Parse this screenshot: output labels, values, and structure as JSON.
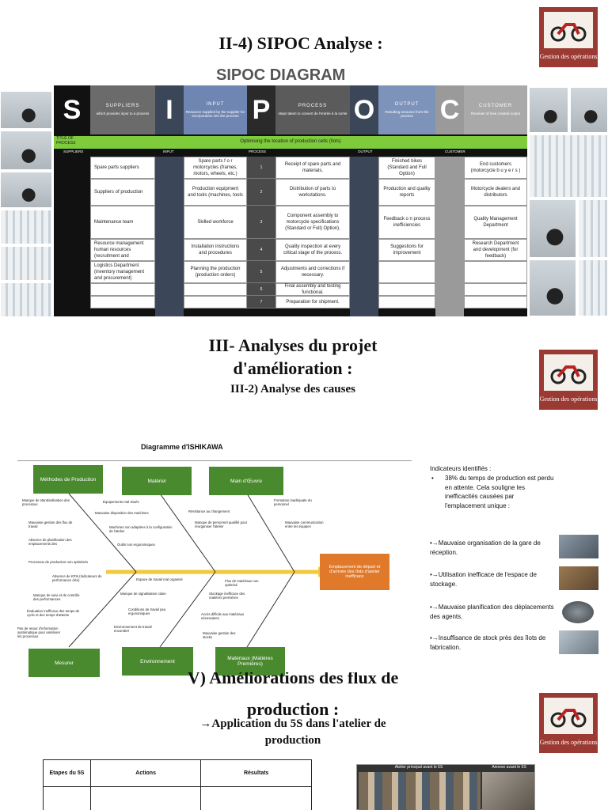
{
  "slide1": {
    "title": "II-4) SIPOC Analyse :",
    "diagram_title": "SIPOC DIAGRAM",
    "logo_caption": "Gestion des opérations",
    "letters": [
      "S",
      "I",
      "P",
      "O",
      "C"
    ],
    "headers": [
      {
        "title": "SUPPLIERS",
        "sub": "which provides input to a process"
      },
      {
        "title": "INPUT",
        "sub": "Resource supplied by the supplier for incorporation into the process"
      },
      {
        "title": "PROCESS",
        "sub": "steps taken to convert de l'entrée à la sortie"
      },
      {
        "title": "OUTPUT",
        "sub": "Resulting resource from the process"
      },
      {
        "title": "CUSTOMER",
        "sub": "Receiver of new created output"
      }
    ],
    "title_of_process_label": "TITLE OF PROCESS",
    "process_title": "Optimising the location of production cells (îlots)",
    "col_labels": [
      "SUPPLIERS",
      "INPUT",
      "PROCESS",
      "OUTPUT",
      "CUSTOMER"
    ],
    "suppliers": [
      "Spare parts suppliers",
      "Suppliers of production",
      "Maintenance team",
      "Resource management human resources (recruitment and",
      "Logistics Department (inventory management and procurement)",
      "",
      ""
    ],
    "inputs": [
      "Spare parts f o r motorcycles (frames, motors, wheels, etc.)",
      "Production equipment and tools (machines, tools",
      "Skilled workforce",
      "Installation instructions and procedures",
      "Planning the production (production orders)",
      "",
      ""
    ],
    "steps": [
      "1",
      "2",
      "3",
      "4",
      "5",
      "6",
      "7"
    ],
    "process": [
      "Receipt of spare parts and materials.",
      "Distribution of parts to workstations.",
      "Component assembly to motorcycle specifications (Standard or Full) Option).",
      "Quality inspection at every critical stage of the process.",
      "Adjustments and corrections if necessary.",
      "Final assembly and testing functional.",
      "Preparation for shipment."
    ],
    "outputs": [
      "Finished bikes (Standard and Full Option)",
      "Production and quality reports",
      "Feedback o n process inefficiencies",
      "Suggestions for improvement",
      "",
      "",
      ""
    ],
    "customers": [
      "End customers (motorcycle b u y e r s )",
      "Motorcycle dealers and distributors",
      "Quality Management Department",
      "Research Department and development (for feedback)",
      "",
      "",
      ""
    ]
  },
  "slide2": {
    "title_line1": "III- Analyses du projet",
    "title_line2": "d'amélioration :",
    "subtitle": "III-2) Analyse des causes",
    "logo_caption": "Gestion des opérations",
    "ishikawa": {
      "title": "Diagramme d'ISHIKAWA",
      "top_boxes": [
        "Méthodes de Production",
        "Matériel",
        "Main d'Œuvre"
      ],
      "bottom_boxes": [
        "Mesurer",
        "Environnement",
        "Matériaux (Matières Premières)"
      ],
      "effect": "Emplacement de départ et d'arrivée des îlots d'atelier inefficace",
      "methodes": [
        "Manque de standardisation des processus",
        "Mauvaise gestion des flux de travail",
        "Absence de planification des emplacements des",
        "Processus de production non optimisés"
      ],
      "materiel": [
        "Équipements mal situés",
        "Mauvaise disposition des machines",
        "Machines non adaptées à la configuration de l'atelier",
        "Outils non ergonomiques"
      ],
      "main_oeuvre": [
        "Formation inadéquate du personnel",
        "Résistance au changement",
        "Manque de personnel qualifié pour réorganiser l'atelier",
        "Mauvaise communication entre les équipes"
      ],
      "mesurer": [
        "Absence de KPIs (Indicateurs de performance clés)",
        "Manque de suivi et de contrôle des performances",
        "Évaluation inefficace des temps de cycle et des temps d'attente",
        "Pas de retour d'information systématique pour améliorer les processus"
      ],
      "environnement": [
        "Espace de travail mal organisé",
        "Manque de signalisation claire",
        "Conditions de travail peu ergonomiques",
        "Environnement de travail encombré"
      ],
      "materiaux": [
        "Flux de matériaux non optimisé",
        "Stockage inefficace des matières premières",
        "Accès difficile aux matériaux nécessaires",
        "Mauvaise gestion des stocks"
      ]
    },
    "indicators_title": "Indicateurs identifiés :",
    "indicators_bullet": "38% du temps de production est perdu en attente. Cela souligne les inefficacités causées par l'emplacement unique :",
    "issues": [
      "•→Mauvaise organisation de la gare de réception.",
      "•→Utilisation inefficace de l'espace de stockage.",
      "•→Mauvaise planification des déplacements des agents.",
      "•→Insuffisance de stock près des îlots de fabrication."
    ]
  },
  "slide3": {
    "title_line1": "V) Améliorations des flux de",
    "title_line2": "production :",
    "subtitle_line1": "→Application du 5S dans l'atelier de",
    "subtitle_line2": "production",
    "logo_caption": "Gestion des opérations",
    "table_headers": [
      "Etapes du 5S",
      "Actions",
      "Résultats"
    ],
    "photo_captions": [
      "Atelier principal avant le 5S",
      "Annexe avant le 5S"
    ]
  }
}
